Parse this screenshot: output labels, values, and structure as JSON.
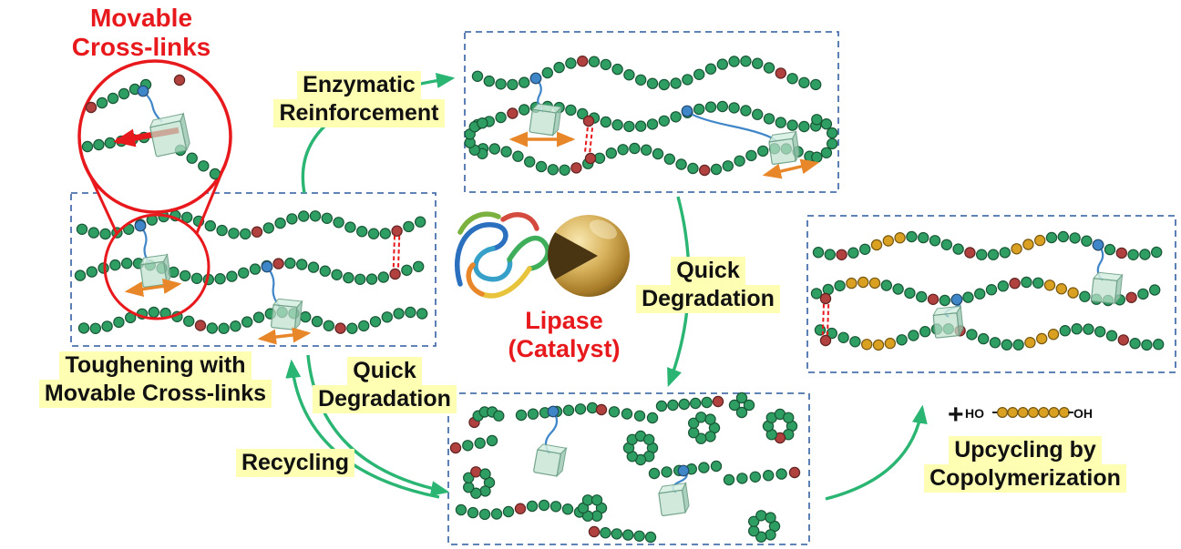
{
  "labels": {
    "movable": {
      "line1": "Movable",
      "line2": "Cross-links"
    },
    "enzymatic": {
      "line1": "Enzymatic",
      "line2": "Reinforcement"
    },
    "toughening": {
      "line1": "Toughening with",
      "line2": "Movable Cross-links"
    },
    "quick_degradation_right": {
      "line1": "Quick",
      "line2": "Degradation"
    },
    "quick_degradation_left": {
      "line1": "Quick",
      "line2": "Degradation"
    },
    "recycling": {
      "line1": "Recycling"
    },
    "lipase": {
      "line1": "Lipase",
      "line2": "(Catalyst)"
    },
    "upcycling": {
      "line1": "Upcycling by",
      "line2": "Copolymerization"
    },
    "plus": "+",
    "diol_left": "HO",
    "diol_right": "OH"
  },
  "colors": {
    "label_red": "#e8191c",
    "highlight_yellow": "#ffffb3",
    "arrow_green": "#2ab573",
    "box_border_blue": "#4a72ad",
    "bead_green": "#2e9e63",
    "bead_red": "#b0413e",
    "bead_blue": "#3f86c9",
    "bead_yellow": "#d9a021",
    "crosslink_orange": "#e8862a",
    "lipase_gold": "#d8b25c",
    "cube_green": "#bfe0cf"
  }
}
